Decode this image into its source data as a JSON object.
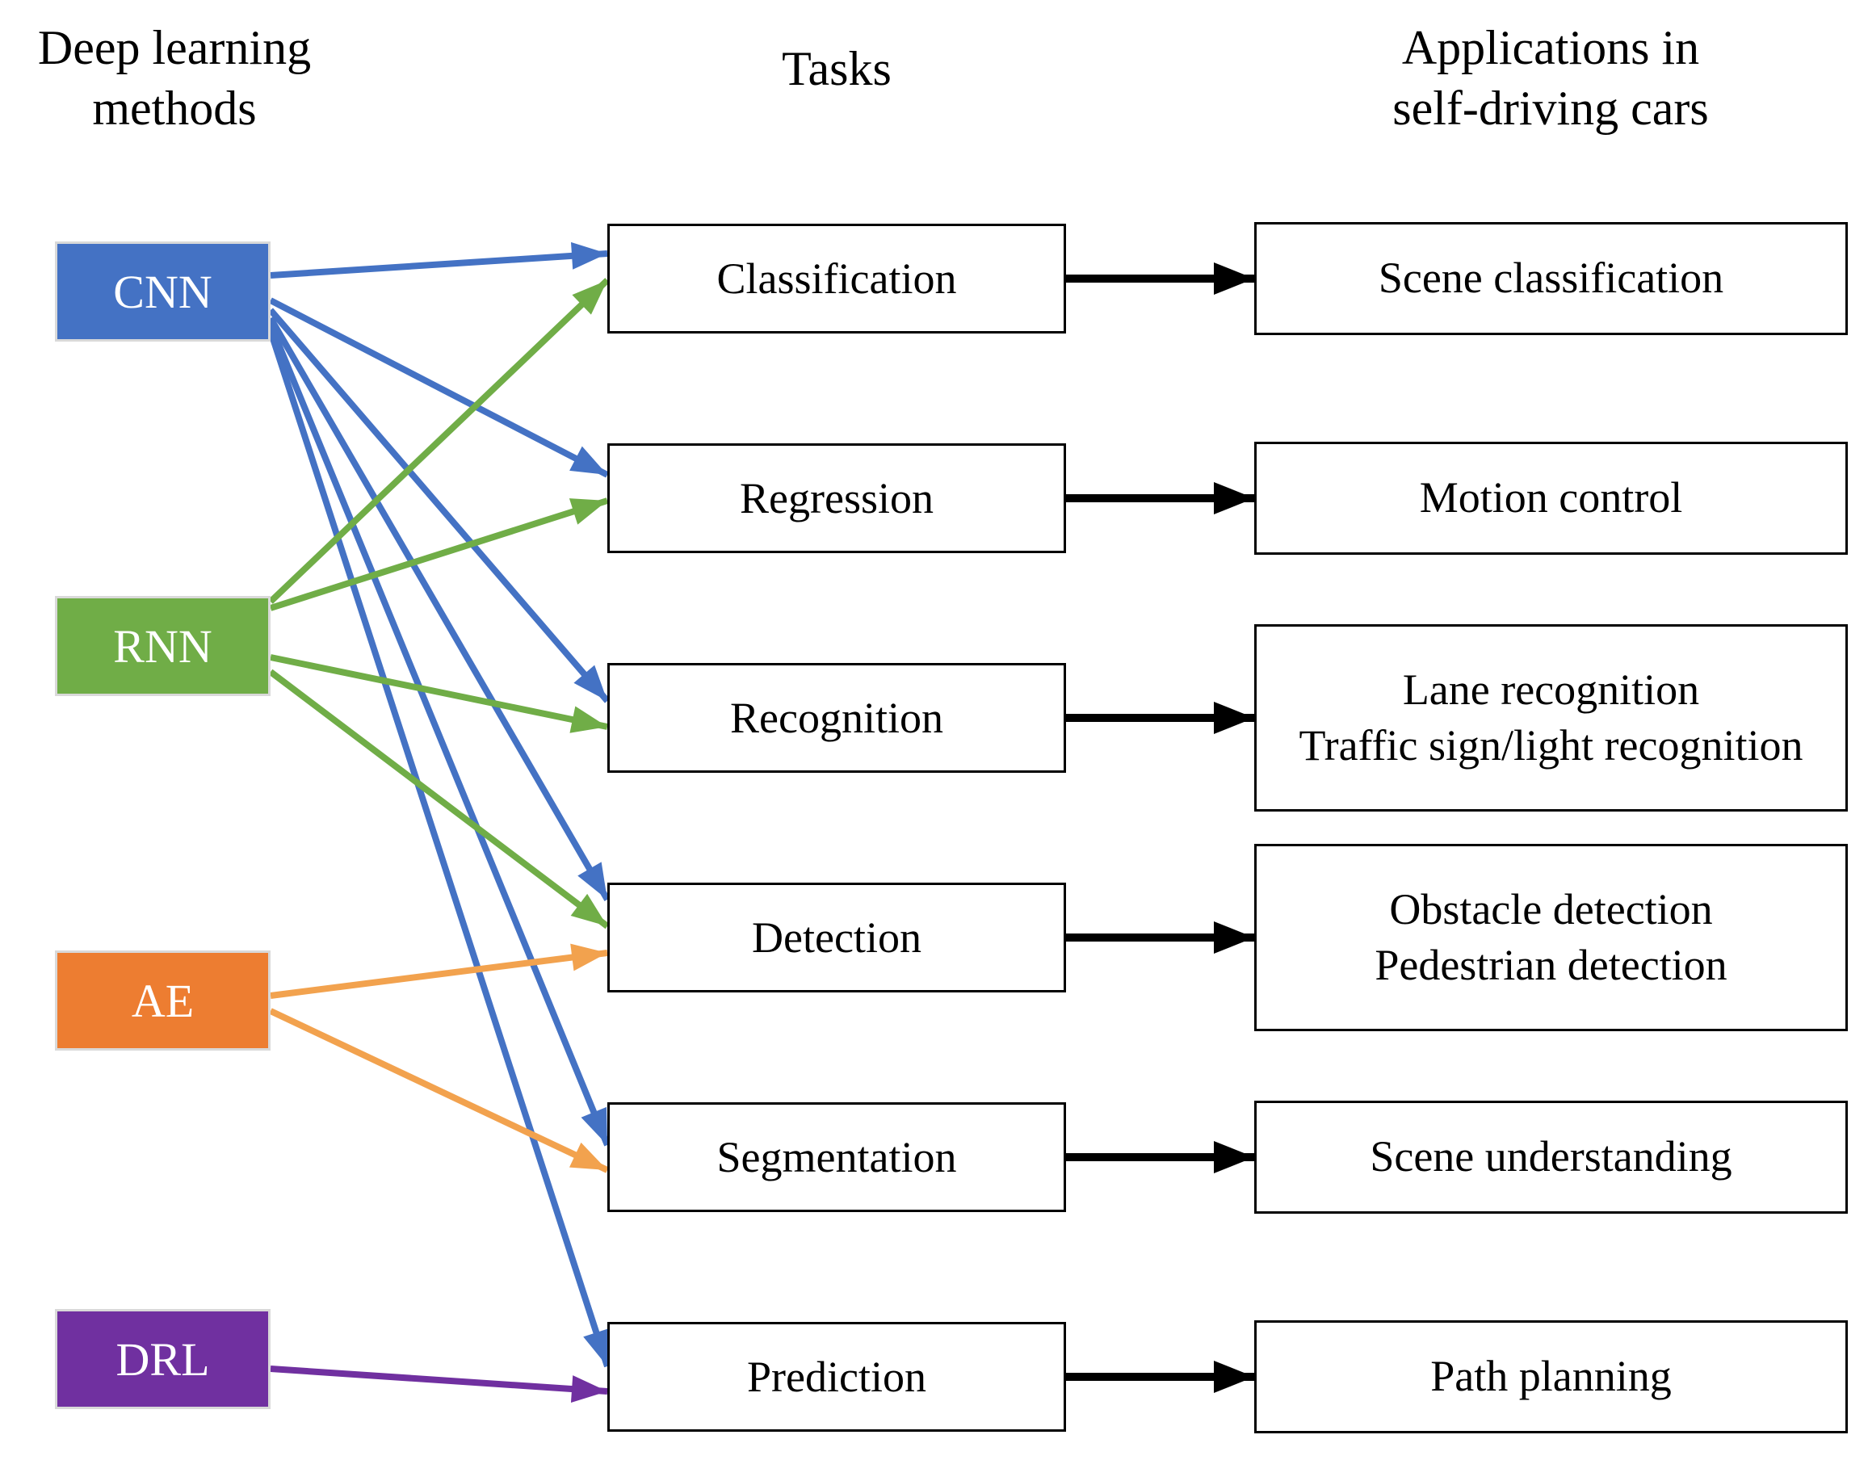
{
  "headers": {
    "methods": {
      "line1": "Deep learning",
      "line2": "methods"
    },
    "tasks": "Tasks",
    "applications": {
      "line1": "Applications in",
      "line2": "self-driving cars"
    }
  },
  "methods": [
    {
      "id": "CNN",
      "label": "CNN",
      "box_color": "#4472c4",
      "arrow_color": "#4472c4"
    },
    {
      "id": "RNN",
      "label": "RNN",
      "box_color": "#70ad47",
      "arrow_color": "#70ad47"
    },
    {
      "id": "AE",
      "label": "AE",
      "box_color": "#ed7d31",
      "arrow_color": "#f2a24e"
    },
    {
      "id": "DRL",
      "label": "DRL",
      "box_color": "#7030a0",
      "arrow_color": "#7030a0"
    }
  ],
  "tasks": [
    "Classification",
    "Regression",
    "Recognition",
    "Detection",
    "Segmentation",
    "Prediction"
  ],
  "applications": [
    [
      "Scene classification"
    ],
    [
      "Motion control"
    ],
    [
      "Lane recognition",
      "Traffic sign/light recognition"
    ],
    [
      "Obstacle detection",
      "Pedestrian detection"
    ],
    [
      "Scene understanding"
    ],
    [
      "Path planning"
    ]
  ],
  "method_task_edges": [
    {
      "from": "CNN",
      "to": "Classification"
    },
    {
      "from": "CNN",
      "to": "Regression"
    },
    {
      "from": "CNN",
      "to": "Recognition"
    },
    {
      "from": "CNN",
      "to": "Detection"
    },
    {
      "from": "CNN",
      "to": "Segmentation"
    },
    {
      "from": "CNN",
      "to": "Prediction"
    },
    {
      "from": "RNN",
      "to": "Classification"
    },
    {
      "from": "RNN",
      "to": "Regression"
    },
    {
      "from": "RNN",
      "to": "Recognition"
    },
    {
      "from": "RNN",
      "to": "Detection"
    },
    {
      "from": "AE",
      "to": "Detection"
    },
    {
      "from": "AE",
      "to": "Segmentation"
    },
    {
      "from": "DRL",
      "to": "Prediction"
    }
  ],
  "task_app_edges": [
    {
      "from": "Classification",
      "to": "Scene classification"
    },
    {
      "from": "Regression",
      "to": "Motion control"
    },
    {
      "from": "Recognition",
      "to": "Lane recognition / Traffic sign/light recognition"
    },
    {
      "from": "Detection",
      "to": "Obstacle detection / Pedestrian detection"
    },
    {
      "from": "Segmentation",
      "to": "Scene understanding"
    },
    {
      "from": "Prediction",
      "to": "Path planning"
    }
  ],
  "task_app_arrow_color": "#000000"
}
